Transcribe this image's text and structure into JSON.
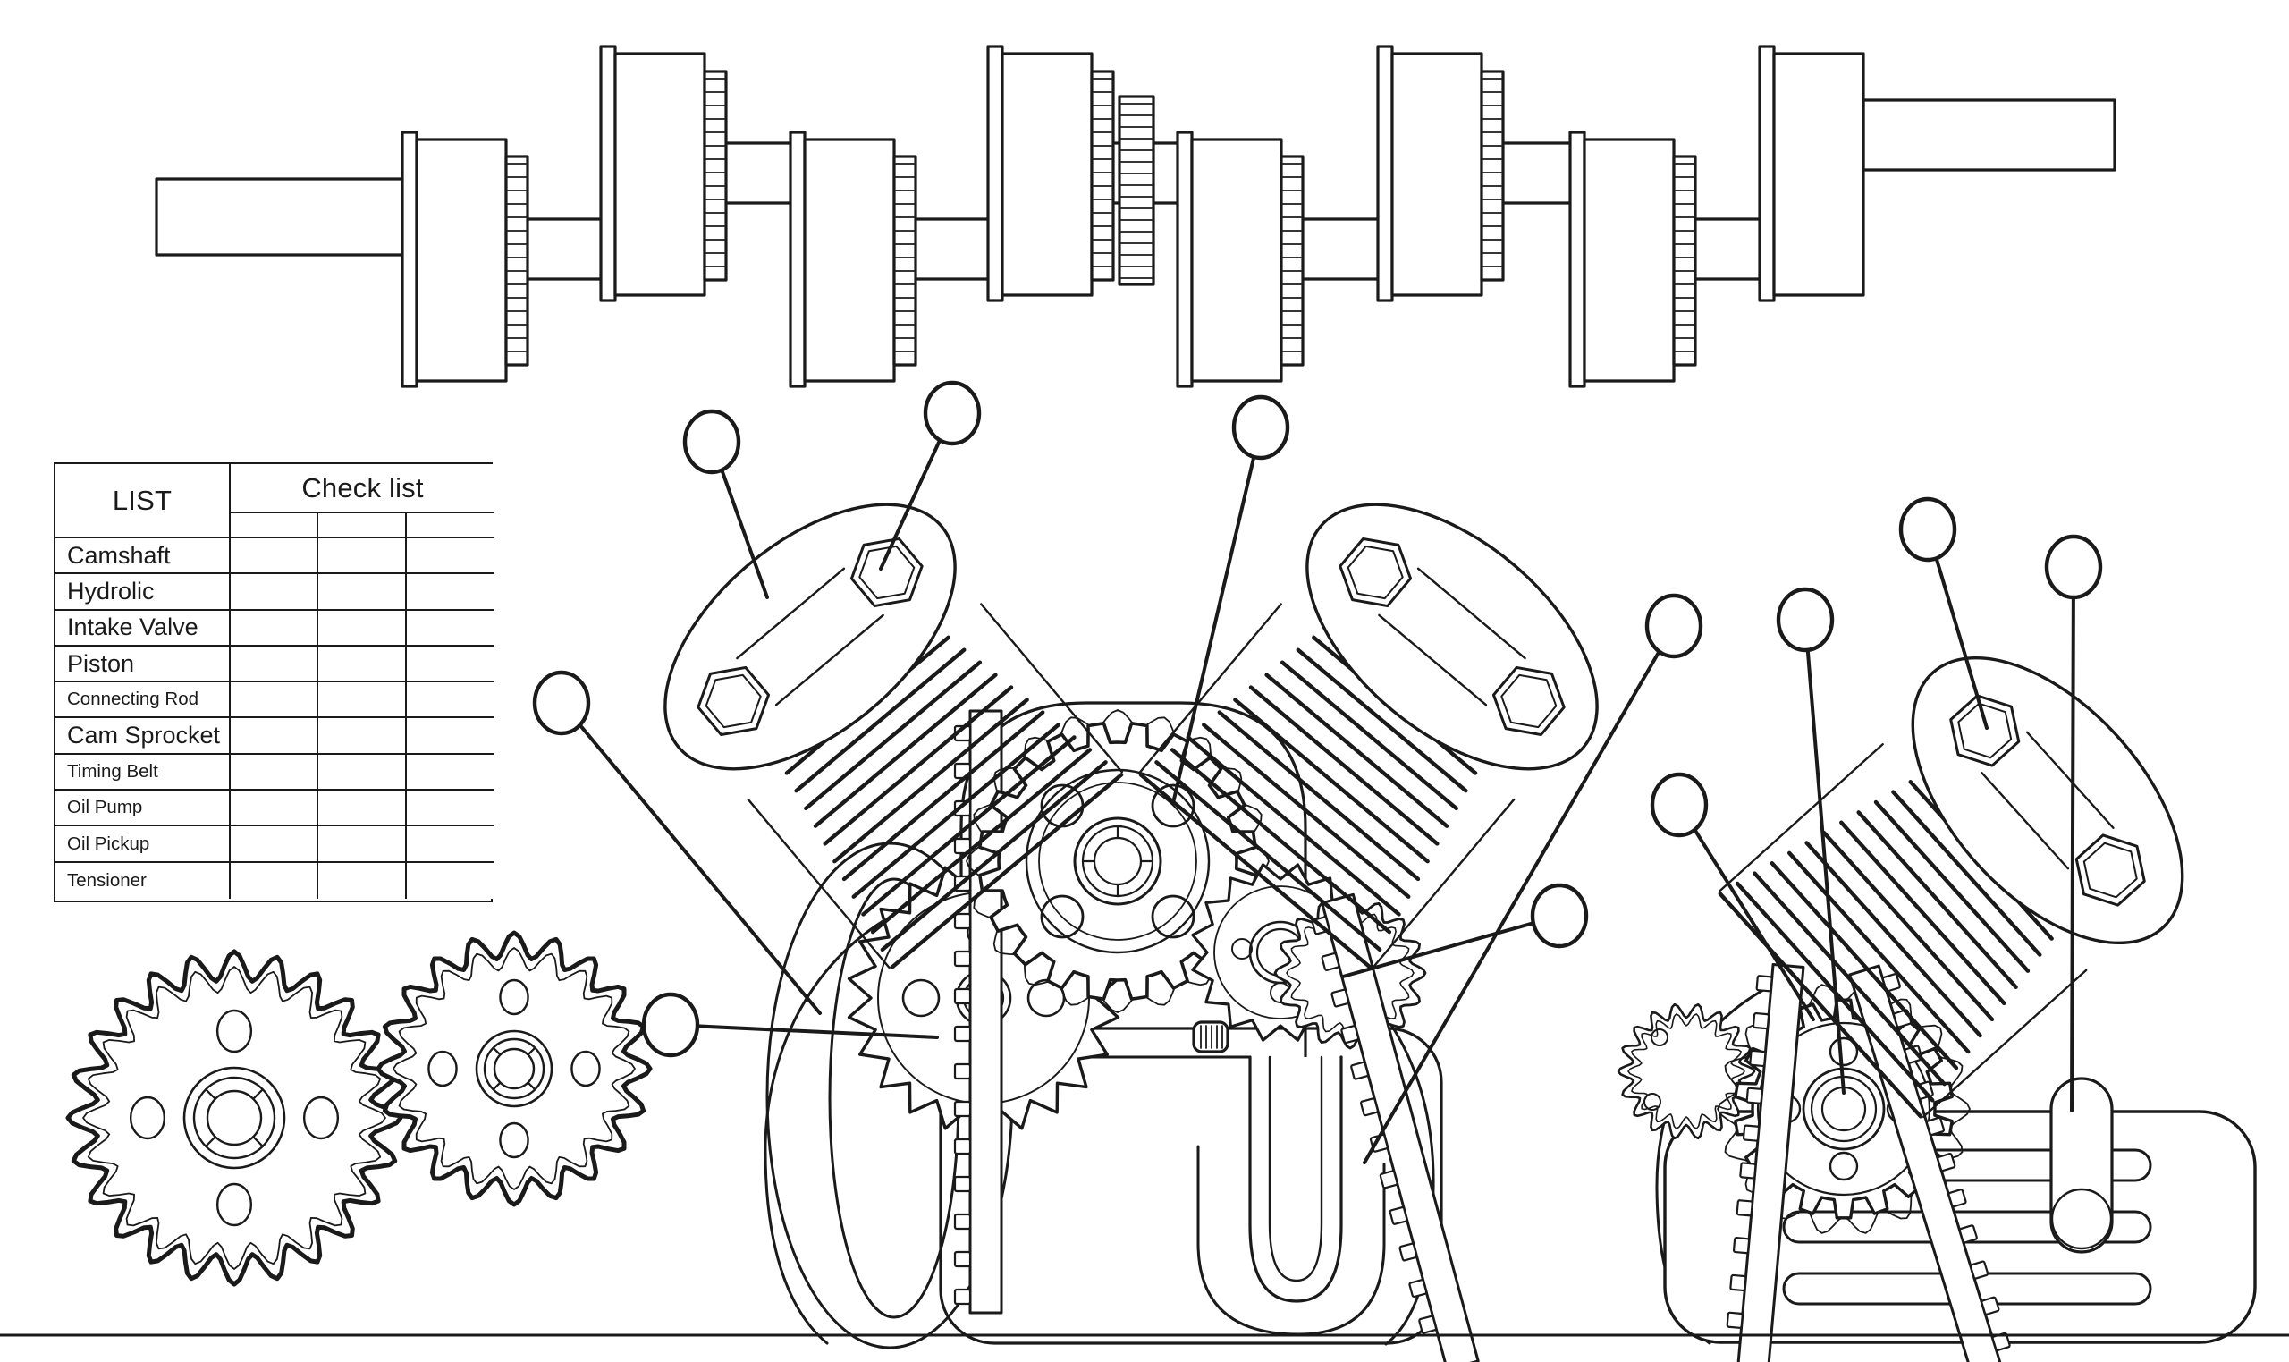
{
  "page": {
    "background_color": "#ffffff",
    "line_color": "#1a1a1a"
  },
  "checklist_table": {
    "list_header": "LIST",
    "check_header": "Check list",
    "check_subcolumns": 3,
    "rows": [
      {
        "label": "Camshaft",
        "checks": [
          "",
          "",
          ""
        ]
      },
      {
        "label": "Hydrolic",
        "checks": [
          "",
          "",
          ""
        ]
      },
      {
        "label": "Intake Valve",
        "checks": [
          "",
          "",
          ""
        ]
      },
      {
        "label": "Piston",
        "checks": [
          "",
          "",
          ""
        ]
      },
      {
        "label": "Connecting Rod",
        "checks": [
          "",
          "",
          ""
        ]
      },
      {
        "label": "Cam Sprocket",
        "checks": [
          "",
          "",
          ""
        ]
      },
      {
        "label": "Timing Belt",
        "checks": [
          "",
          "",
          ""
        ]
      },
      {
        "label": "Oil Pump",
        "checks": [
          "",
          "",
          ""
        ]
      },
      {
        "label": "Oil Pickup",
        "checks": [
          "",
          "",
          ""
        ]
      },
      {
        "label": "Tensioner",
        "checks": [
          "",
          "",
          ""
        ]
      }
    ]
  },
  "diagram": {
    "figures": [
      {
        "name": "crankshaft-side-view"
      },
      {
        "name": "v-twin-engine-front-view"
      },
      {
        "name": "timing-sprockets-pair"
      },
      {
        "name": "single-cylinder-engine-with-oil-pan"
      }
    ],
    "callout_balloon_count": 11
  }
}
